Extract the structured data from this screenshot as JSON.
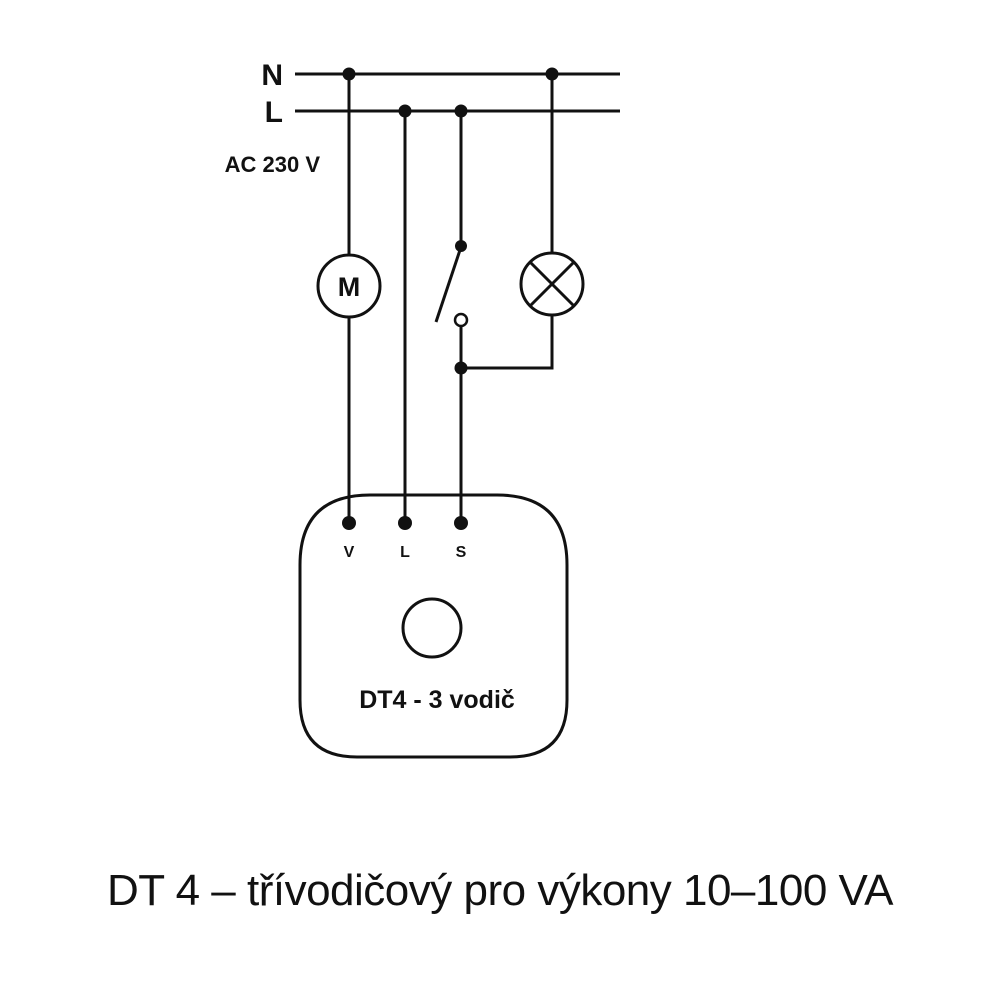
{
  "diagram": {
    "bus_labels": {
      "neutral": "N",
      "line": "L"
    },
    "supply_label": "AC 230 V",
    "motor_label": "M",
    "lamp_symbol": "lamp-icon",
    "switch_symbol": "switch-icon",
    "device": {
      "name": "DT4 - 3 vodič",
      "terminals": [
        "V",
        "L",
        "S"
      ],
      "button_symbol": "circle-button-icon"
    },
    "colors": {
      "stroke": "#111111",
      "background": "#ffffff"
    }
  },
  "caption": "DT 4 – třívodičový pro výkony 10–100 VA"
}
